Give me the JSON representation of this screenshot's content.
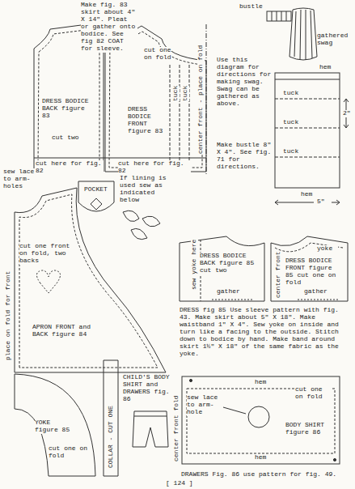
{
  "diagram": {
    "nodes": [
      {
        "text": [
          "DRESS BODICE BACK figure 83",
          "cut two"
        ]
      },
      {
        "text": [
          "cut one on fold",
          "DRESS BODICE FRONT figure 83"
        ]
      },
      {
        "text": [
          "APRON FRONT and BACK figure 84"
        ]
      },
      {
        "text": [
          "POCKET"
        ]
      },
      {
        "text": [
          "DRESS BODICE BACK figure 85 cut two"
        ]
      },
      {
        "text": [
          "DRESS BODICE FRONT figure 85 cut one on fold"
        ]
      },
      {
        "text": [
          "YOKE figure 85",
          "cut one on fold"
        ]
      },
      {
        "text": [
          "hem",
          "sew lace to arm-hole",
          "cut one on fold",
          "BODY SHIRT figure 86",
          "hem"
        ]
      }
    ],
    "labels": [
      "Make fig. 83 skirt about 4\" X 14\". Pleat or gather onto bodice. See fig 82 COAT for sleeve.",
      "cut here for fig. 82",
      "cut here for fig. 82",
      "tuck",
      "tuck",
      "center front - place on fold",
      "bustle",
      "gathered swag",
      "hem",
      "Use this diagram for directions for making swag. Swag can be gathered as above.",
      "tuck",
      "tuck",
      "tuck",
      "hem",
      "2\"",
      "Make bustle 8\" X 4\". See fig. 71 for directions.",
      "5\"",
      "sew lace to arm-holes",
      "If lining is used sew as indicated below",
      "cut one front on fold, two backs",
      "place on fold for front",
      "sew yoke here",
      "gather",
      "yoke",
      "center front",
      "gather",
      "DRESS fig 85 Use sleeve pattern with fig. 43. Make skirt about 5\" X 18\". Make waistband 1\" X 4\". Sew yoke on inside and turn like a facing to the outside. Stitch down to bodice by hand. Make band around skirt 1½\" X 18\" of the same fabric as the yoke.",
      "COLLAR - CUT ONE",
      "CHILD'S BODY SHIRT and DRAWERS fig. 86",
      "center front fold",
      "DRAWERS Fig. 86 use pattern for fig. 49.",
      "[ 124 ]"
    ]
  }
}
